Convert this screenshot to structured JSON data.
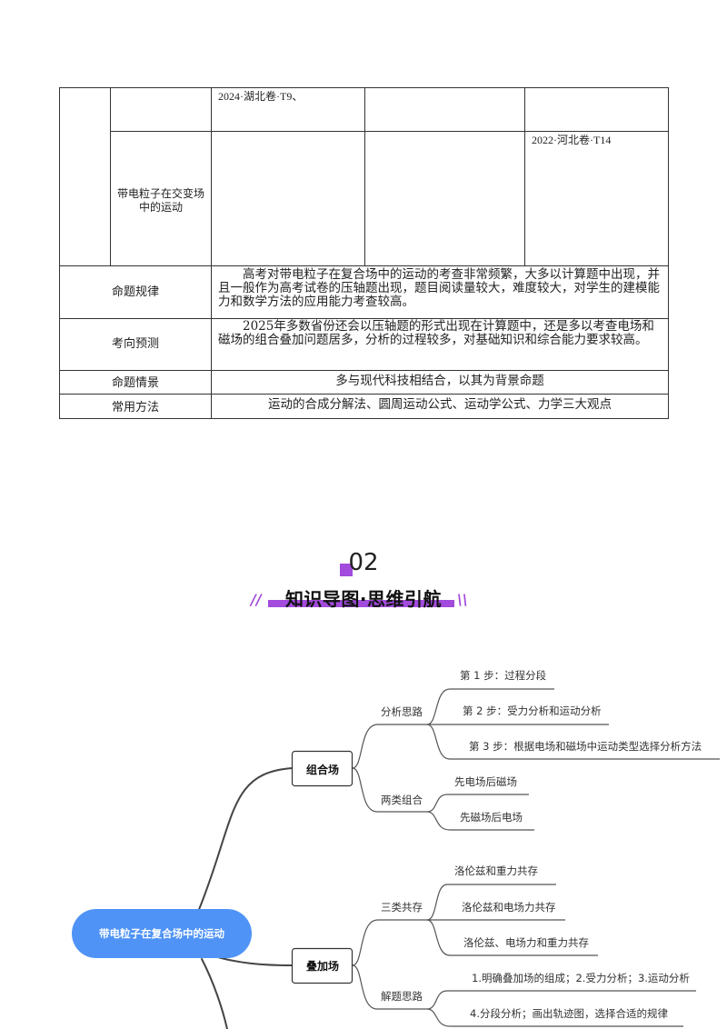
{
  "table": {
    "row1_c3": "2024·湖北卷·T9、",
    "row2_c2": "带电粒子在交变场中的运动",
    "row2_c5": "2022·河北卷·T14",
    "rows": [
      {
        "label": "命题规律",
        "content": "高考对带电粒子在复合场中的运动的考查非常频繁，大多以计算题中出现，并且一般作为高考试卷的压轴题出现，题目阅读量较大，难度较大，对学生的建模能力和数学方法的应用能力考查较高。"
      },
      {
        "label": "考向预测",
        "content": "2025年多数省份还会以压轴题的形式出现在计算题中，还是多以考查电场和磁场的组合叠加问题居多，分析的过程较多，对基础知识和综合能力要求较高。"
      },
      {
        "label": "命题情景",
        "content": "多与现代科技相结合，以其为背景命题"
      },
      {
        "label": "常用方法",
        "content": "运动的合成分解法、圆周运动公式、运动学公式、力学三大观点"
      }
    ]
  },
  "section": {
    "number": "02",
    "title": "知识导图·思维引航"
  },
  "mindmap": {
    "root": "带电粒子在复合场中的运动",
    "branches": [
      {
        "label": "组合场",
        "children": [
          {
            "label": "分析思路",
            "items": [
              "第 1 步：过程分段",
              "第 2 步：受力分析和运动分析",
              "第 3 步：根据电场和磁场中运动类型选择分析方法"
            ]
          },
          {
            "label": "两类组合",
            "items": [
              "先电场后磁场",
              "先磁场后电场"
            ]
          }
        ]
      },
      {
        "label": "叠加场",
        "children": [
          {
            "label": "三类共存",
            "items": [
              "洛伦兹和重力共存",
              "洛伦兹和电场力共存",
              "洛伦兹、电场力和重力共存"
            ]
          },
          {
            "label": "解题思路",
            "items": [
              "1.明确叠加场的组成；2.受力分析；3.运动分析",
              "4.分段分析；画出轨迹图，选择合适的规律"
            ]
          }
        ]
      }
    ]
  },
  "colors": {
    "accent": "#a24bdc",
    "root_fill": "#4f93f6",
    "line": "#444444"
  }
}
